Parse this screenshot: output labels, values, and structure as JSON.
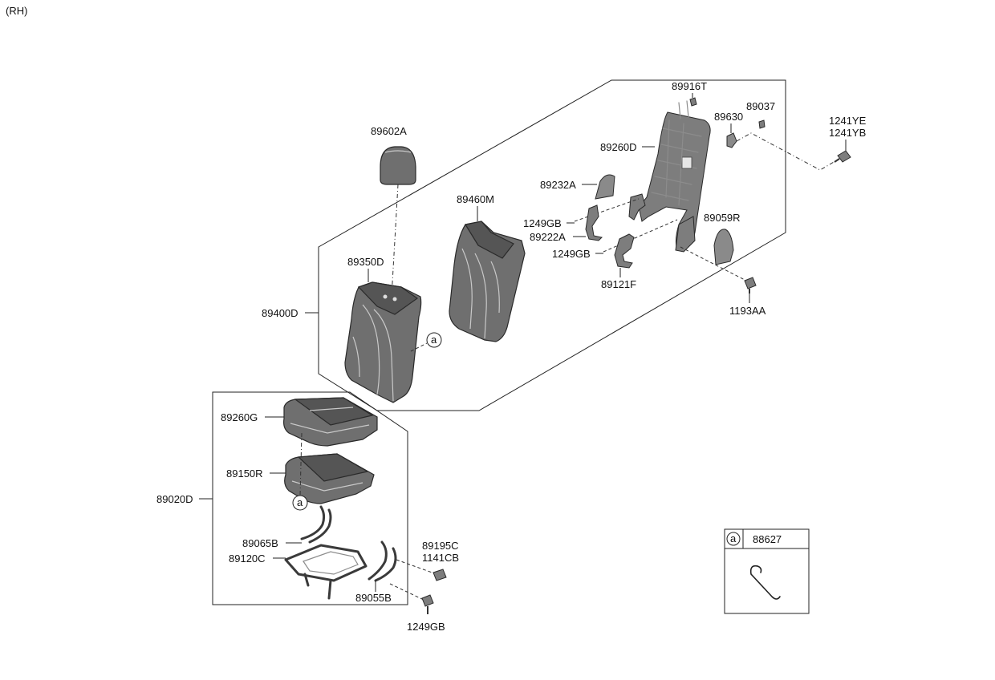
{
  "side_label": "(RH)",
  "reference_marker": "a",
  "labels": {
    "p89602A": "89602A",
    "p89460M": "89460M",
    "p89350D": "89350D",
    "p89400D": "89400D",
    "p89916T": "89916T",
    "p89037": "89037",
    "p89630": "89630",
    "p89260D": "89260D",
    "p89232A": "89232A",
    "p1249GB_a": "1249GB",
    "p89222A": "89222A",
    "p1249GB_b": "1249GB",
    "p89121F": "89121F",
    "p89059R": "89059R",
    "p1193AA": "1193AA",
    "p1241YE": "1241YE",
    "p1241YB": "1241YB",
    "p89260G": "89260G",
    "p89150R": "89150R",
    "p89020D": "89020D",
    "p89065B": "89065B",
    "p89120C": "89120C",
    "p89195C": "89195C",
    "p1141CB": "1141CB",
    "p89055B": "89055B",
    "p1249GB_c": "1249GB"
  },
  "legend": {
    "marker": "a",
    "part": "88627"
  }
}
